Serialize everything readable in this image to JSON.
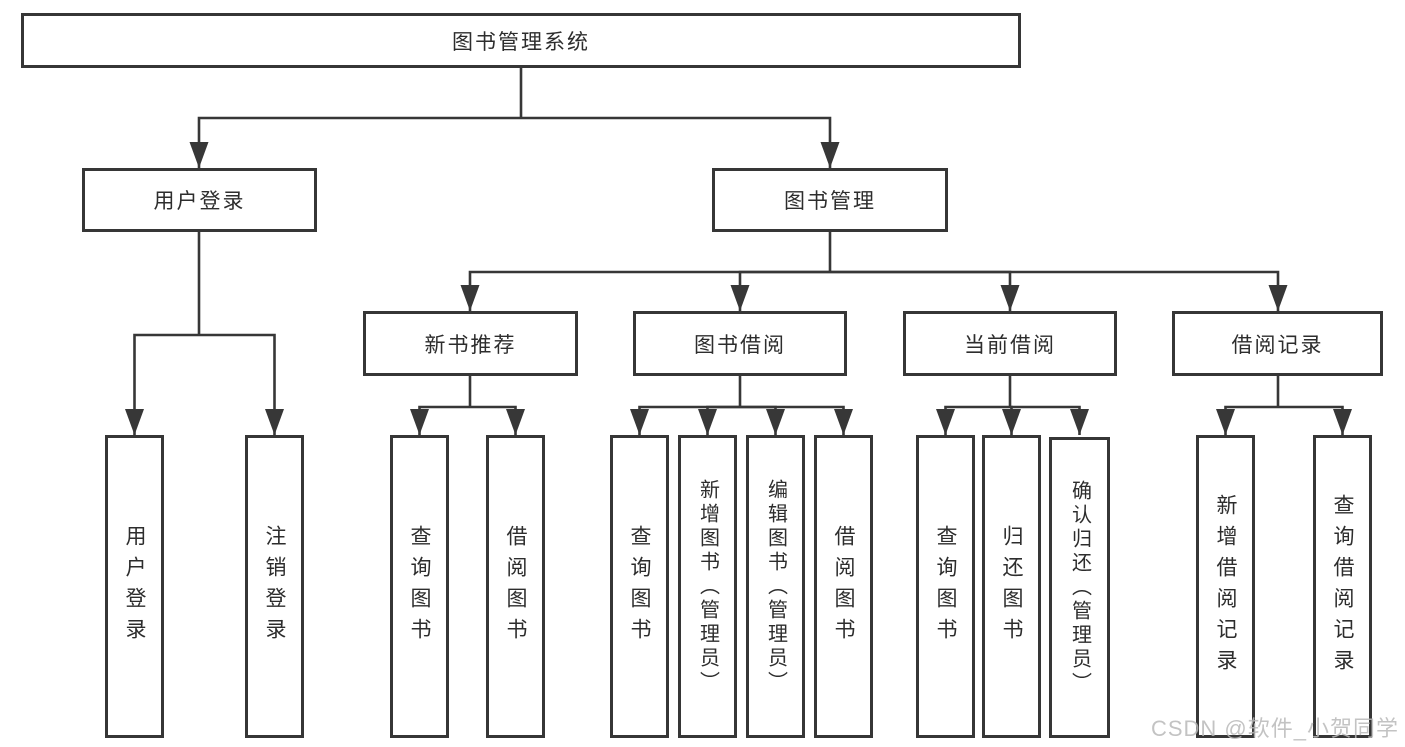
{
  "colors": {
    "line": "#373737",
    "border": "#363636",
    "text": "#2d2d2d",
    "background": "#ffffff",
    "watermark": "#b9b9b9"
  },
  "watermark": "CSDN @软件_小贺同学",
  "tree": {
    "root": "图书管理系统",
    "user_login": {
      "label": "用户登录",
      "children": [
        "用户登录",
        "注销登录"
      ]
    },
    "book_mgmt": {
      "label": "图书管理",
      "new_books": {
        "label": "新书推荐",
        "children": [
          "查询图书",
          "借阅图书"
        ]
      },
      "borrowing": {
        "label": "图书借阅",
        "children": [
          "查询图书",
          "新增图书（管理员）",
          "编辑图书（管理员）",
          "借阅图书"
        ]
      },
      "current": {
        "label": "当前借阅",
        "children": [
          "查询图书",
          "归还图书",
          "确认归还（管理员）"
        ]
      },
      "records": {
        "label": "借阅记录",
        "children": [
          "新增借阅记录",
          "查询借阅记录"
        ]
      }
    }
  }
}
